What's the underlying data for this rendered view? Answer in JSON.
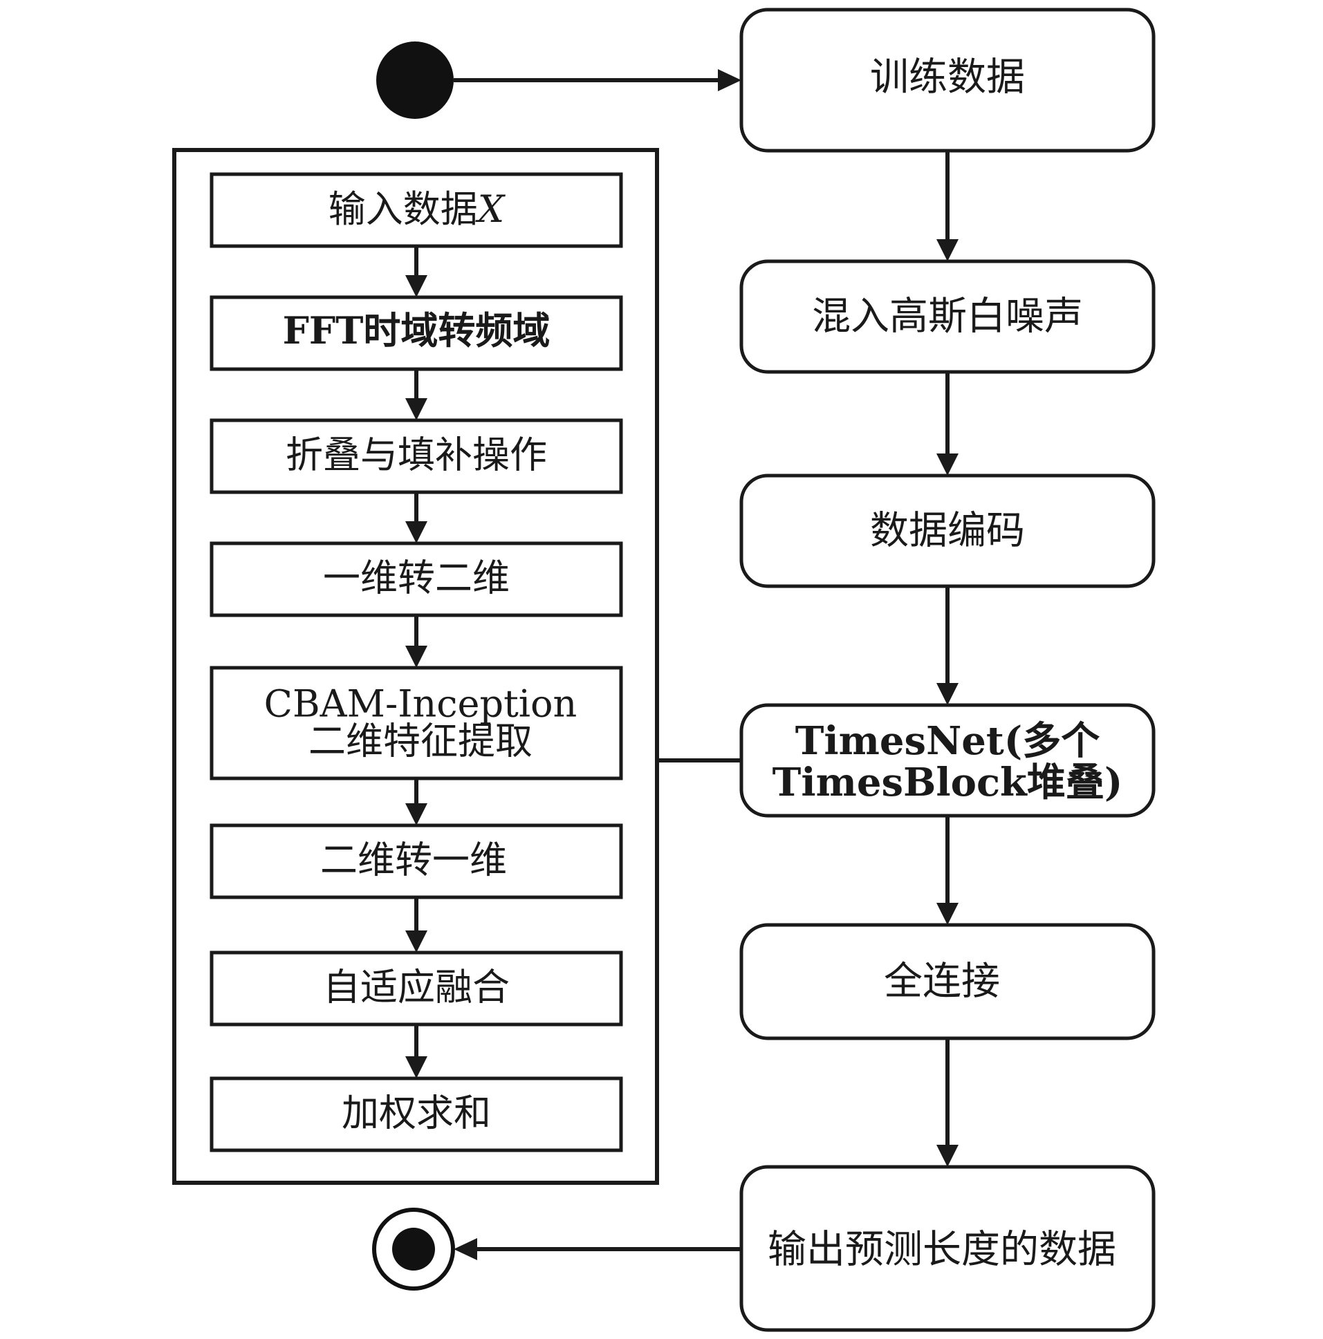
{
  "diagram": {
    "main_flow": {
      "training_data": "训练数据",
      "add_noise": "混入高斯白噪声",
      "data_encoding": "数据编码",
      "timesnet_line1": "TimesNet(多个",
      "timesnet_line2": "TimesBlock堆叠)",
      "fully_connected": "全连接",
      "output_prediction": "输出预测长度的数据"
    },
    "timesblock": {
      "input_data_text": "输入数据",
      "input_data_var": "X",
      "fft": "FFT时域转频域",
      "fold_pad": "折叠与填补操作",
      "to_2d": "一维转二维",
      "cbam_line1": "CBAM-Inception",
      "cbam_line2": "二维特征提取",
      "to_1d": "二维转一维",
      "adaptive_fusion": "自适应融合",
      "weighted_sum": "加权求和"
    }
  }
}
